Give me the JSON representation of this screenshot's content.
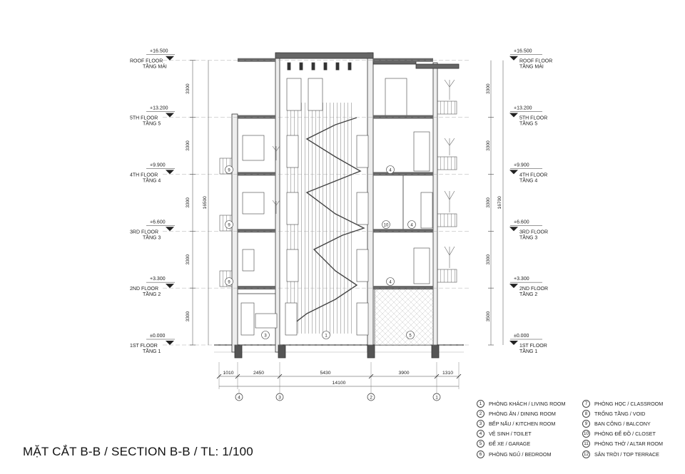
{
  "title": "MẶT CẮT B-B / SECTION B-B / TL: 1/100",
  "levels": [
    {
      "value": 16.5,
      "label": "+16.500",
      "en": "ROOF FLOOR",
      "vi": "TẦNG MÁI"
    },
    {
      "value": 13.2,
      "label": "+13.200",
      "en": "5TH FLOOR",
      "vi": "TẦNG 5"
    },
    {
      "value": 9.9,
      "label": "+9.900",
      "en": "4TH FLOOR",
      "vi": "TẦNG 4"
    },
    {
      "value": 6.6,
      "label": "+6.600",
      "en": "3RD FLOOR",
      "vi": "TẦNG 3"
    },
    {
      "value": 3.3,
      "label": "+3.300",
      "en": "2ND FLOOR",
      "vi": "TẦNG 2"
    },
    {
      "value": 0.0,
      "label": "±0.000",
      "en": "1ST FLOOR",
      "vi": "TẦNG 1"
    }
  ],
  "left_heights": [
    "3300",
    "3300",
    "3300",
    "3300",
    "3300"
  ],
  "left_total": "16500",
  "right_heights": [
    "3300",
    "3300",
    "3300",
    "3300",
    "3500"
  ],
  "right_total": "16700",
  "horizontal_dims": [
    "1010",
    "2450",
    "5430",
    "3900",
    "1310"
  ],
  "horizontal_total": "14100",
  "axes": [
    "4",
    "3",
    "2",
    "1"
  ],
  "room_tags": [
    {
      "floor": 0,
      "pos": "left",
      "num": "3"
    },
    {
      "floor": 0,
      "pos": "mid",
      "num": "1"
    },
    {
      "floor": 0,
      "pos": "right",
      "num": "5"
    },
    {
      "floor": 1,
      "pos": "balcony",
      "num": "9"
    },
    {
      "floor": 1,
      "pos": "right",
      "num": "4"
    },
    {
      "floor": 2,
      "pos": "balcony",
      "num": "9"
    },
    {
      "floor": 2,
      "pos": "right",
      "num": "10"
    },
    {
      "floor": 2,
      "pos": "right2",
      "num": "4"
    },
    {
      "floor": 3,
      "pos": "balcony",
      "num": "9"
    },
    {
      "floor": 3,
      "pos": "right",
      "num": "4"
    }
  ],
  "legend": [
    {
      "num": "1",
      "label": "PHÒNG KHÁCH / LIVING ROOM"
    },
    {
      "num": "2",
      "label": "PHÒNG ĂN / DINING ROOM"
    },
    {
      "num": "3",
      "label": "BẾP NẤU / KITCHEN ROOM"
    },
    {
      "num": "4",
      "label": "VỆ SINH / TOILET"
    },
    {
      "num": "5",
      "label": "ĐỂ XE / GARAGE"
    },
    {
      "num": "6",
      "label": "PHÒNG NGỦ / BEDROOM"
    },
    {
      "num": "7",
      "label": "PHÒNG HỌC / CLASSROOM"
    },
    {
      "num": "8",
      "label": "TRỐNG TẦNG / VOID"
    },
    {
      "num": "9",
      "label": "BAN CÔNG / BALCONY"
    },
    {
      "num": "10",
      "label": "PHÒNG ĐỂ ĐỒ / CLOSET"
    },
    {
      "num": "11",
      "label": "PHÒNG THỜ / ALTAR ROOM"
    },
    {
      "num": "12",
      "label": "SÂN TRỜI / TOP TERRACE"
    }
  ],
  "colors": {
    "line": "#333333",
    "section_fill": "#555555",
    "hatch": "#999999",
    "dim": "#444444"
  }
}
